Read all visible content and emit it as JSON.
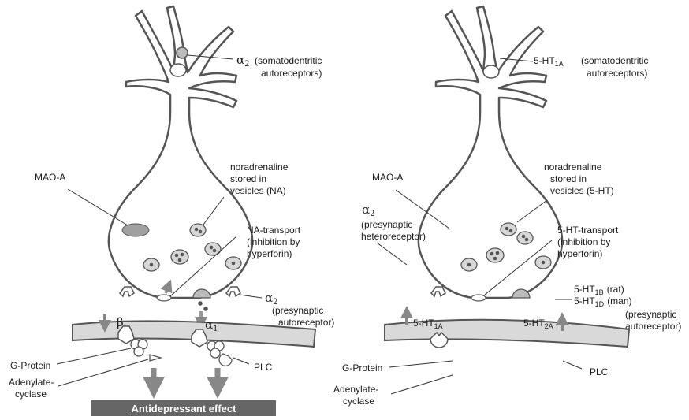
{
  "left_panel": {
    "alpha2_soma": "α",
    "alpha2_soma_sub": "2",
    "soma_note_line1": "(somatodentritic",
    "soma_note_line2": "autoreceptors)",
    "mao": "MAO-A",
    "vesicles_line1": "noradrenaline",
    "vesicles_line2": "stored in",
    "vesicles_line3": "vesicles (NA)",
    "transport_line1": "NA-transport",
    "transport_line2": "(inhibition by",
    "transport_line3": "hyperforin)",
    "alpha2_pre": "α",
    "alpha2_pre_sub": "2",
    "pre_line1": "(presynaptic",
    "pre_line2": "autoreceptor)",
    "beta": "β",
    "alpha1": "α",
    "alpha1_sub": "1",
    "gprotein": "G-Protein",
    "adenylate_line1": "Adenylate-",
    "adenylate_line2": "cyclase",
    "plc": "PLC",
    "banner": "Antidepressant effect"
  },
  "right_panel": {
    "ht1a_soma": "5-HT",
    "ht1a_soma_sub": "1A",
    "soma_note_line1": "(somatodentritic",
    "soma_note_line2": "autoreceptors)",
    "mao": "MAO-A",
    "vesicles_line1": "noradrenaline",
    "vesicles_line2": "stored in",
    "vesicles_line3": "vesicles (5-HT)",
    "alpha2": "α",
    "alpha2_sub": "2",
    "hetero_line1": "(presynaptic",
    "hetero_line2": "heteroreceptor)",
    "transport_line1": "5-HT-transport",
    "transport_line2": "(inhibition by",
    "transport_line3": "hyperforin)",
    "ht1b": "5-HT",
    "ht1b_sub": "1B",
    "ht1b_suffix": "(rat)",
    "ht1d": "5-HT",
    "ht1d_sub": "1D",
    "ht1d_suffix": "(man)",
    "auto_line1": "(presynaptic",
    "auto_line2": "autoreceptor)",
    "ht1a_post": "5-HT",
    "ht1a_post_sub": "1A",
    "ht2a": "5-HT",
    "ht2a_sub": "2A",
    "gprotein": "G-Protein",
    "adenylate_line1": "Adenylate-",
    "adenylate_line2": "cyclase",
    "plc": "PLC"
  },
  "colors": {
    "outline": "#555555",
    "membrane": "#d9d9d9",
    "mao_fill": "#a0a0a0",
    "banner": "#666666",
    "arrow": "#888888"
  }
}
